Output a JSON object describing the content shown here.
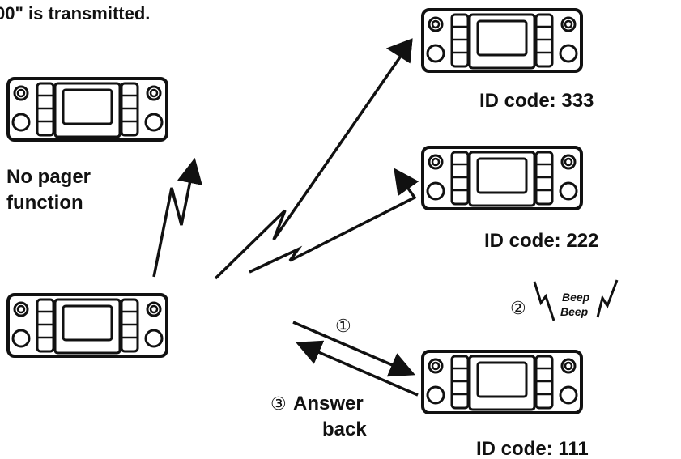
{
  "header": {
    "text": "00\" is transmitted."
  },
  "units": [
    {
      "id": "no-pager",
      "label_lines": [
        "No pager",
        "function"
      ]
    },
    {
      "id": "caller",
      "label_lines": []
    },
    {
      "id": "id-333",
      "label_lines": [
        "ID code: 333"
      ]
    },
    {
      "id": "id-222",
      "label_lines": [
        "ID code: 222"
      ]
    },
    {
      "id": "id-111",
      "label_lines": [
        "ID code: 111"
      ]
    }
  ],
  "steps": {
    "step1": {
      "marker": "①"
    },
    "step2": {
      "marker": "②",
      "beep_line1": "Beep",
      "beep_line2": "Beep"
    },
    "step3": {
      "marker": "③",
      "line1": "Answer",
      "line2": "back"
    }
  }
}
